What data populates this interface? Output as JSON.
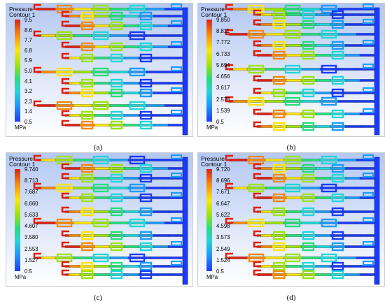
{
  "figure": {
    "panels": [
      {
        "caption": "(a)",
        "legend": {
          "title_line1": "Pressure",
          "title_line2": "Contour 1",
          "ticks": [
            "9.5",
            "8.6",
            "7.7",
            "6.8",
            "5.9",
            "5.0",
            "4.1",
            "3.2",
            "2.3",
            "1.4",
            "0.5"
          ],
          "unit": "MPa"
        }
      },
      {
        "caption": "(b)",
        "legend": {
          "title_line1": "Pressure",
          "title_line2": "Contour 1",
          "ticks": [
            "9.850",
            "8.811",
            "7.772",
            "6.733",
            "5.694",
            "4.656",
            "3.617",
            "2.578",
            "1.539",
            "0.5"
          ],
          "unit": "MPa"
        }
      },
      {
        "caption": "(c)",
        "legend": {
          "title_line1": "Pressure",
          "title_line2": "Contour 1",
          "ticks": [
            "9.740",
            "8.713",
            "7.687",
            "6.660",
            "5.633",
            "4.607",
            "3.580",
            "2.553",
            "1.527",
            "0.5"
          ],
          "unit": "MPa"
        }
      },
      {
        "caption": "(d)",
        "legend": {
          "title_line1": "Pressure",
          "title_line2": "Contour 1",
          "ticks": [
            "9.720",
            "8.696",
            "7.671",
            "6.647",
            "5.622",
            "4.598",
            "3.573",
            "2.549",
            "1.524",
            "0.5"
          ],
          "unit": "MPa"
        }
      }
    ]
  }
}
